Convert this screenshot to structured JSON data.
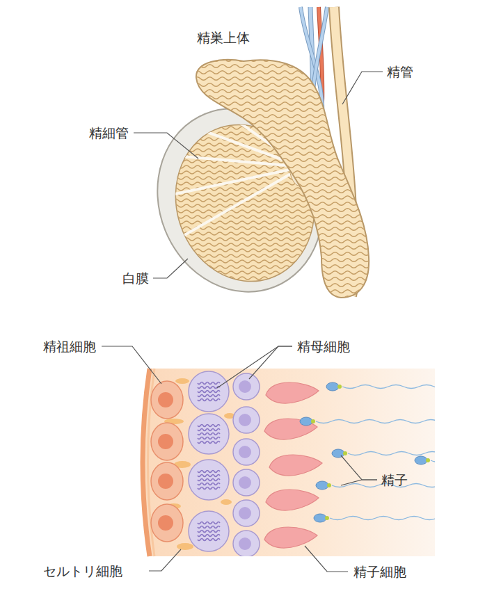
{
  "diagram": {
    "labels": [
      "精巣上体",
      "精管",
      "精細管",
      "白膜",
      "精祖細胞",
      "精母細胞",
      "精子",
      "セルトリ細胞",
      "精子細胞"
    ]
  }
}
